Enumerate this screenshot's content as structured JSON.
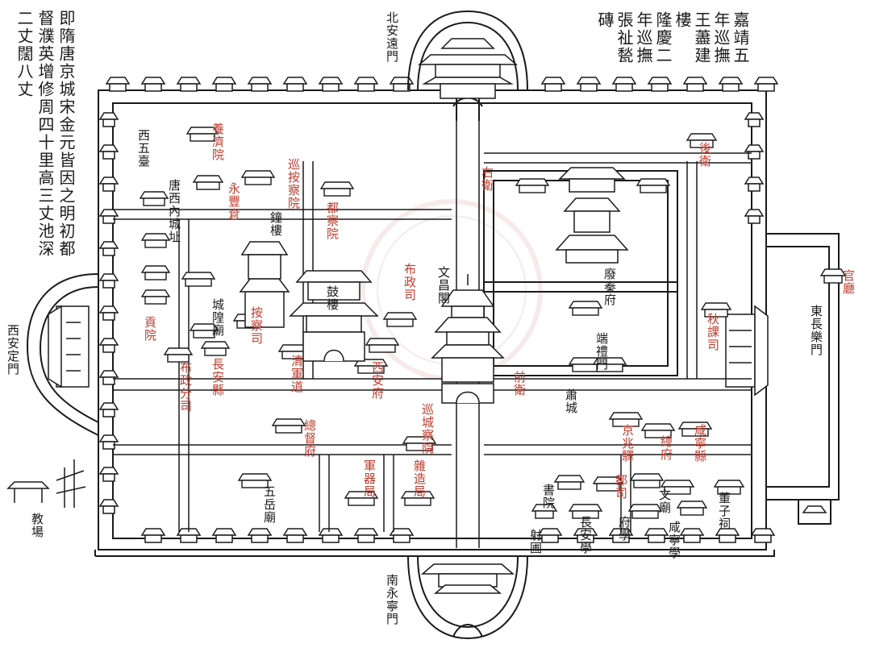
{
  "colors": {
    "ink": "#1a1a1a",
    "red_label": "#c0392b",
    "paper": "#ffffff",
    "watermark": "#e8c4c4"
  },
  "captions": {
    "top_right": [
      "嘉靖五",
      "年巡撫",
      "王藎建",
      "樓",
      "隆慶二",
      "年巡撫",
      "張祉甃",
      "磚"
    ],
    "top_left": [
      "即隋唐京城宋金元皆因之明初都",
      "督濮英增修周四十里高三丈池深",
      "二丈闊八丈"
    ]
  },
  "gates": {
    "north": "北安遠門",
    "south": "南永寧門",
    "west": "西安定門",
    "east": "東長樂門"
  },
  "labels_black": {
    "xiwutai": "西五臺",
    "tang_palace": "唐西內城址",
    "bell_tower": "鐘樓",
    "drum_tower": "鼓樓",
    "chenghuang": "城隍廟",
    "wenchang": "文昌閣",
    "qinwangfu": "廢秦府",
    "duanli": "端禮門",
    "xiaocheng": "蕭城",
    "wuyuehan": "五岳廟",
    "shuyuan": "書院",
    "sheting": "射圃",
    "wenmiao": "文廟",
    "changan_xue": "長安學",
    "fuxue": "府學",
    "xianning_xue": "咸寧學",
    "dongzi": "董子祠",
    "jiaochang": "教場"
  },
  "labels_red": {
    "yangji": "養濟院",
    "xunan": "巡按察院",
    "yongfeng": "永豐倉",
    "duchayuan": "都察院",
    "gongyuan": "貢院",
    "anchasi": "按察司",
    "buzhengfensi": "布政分司",
    "changan_xian": "長安縣",
    "qingjun": "清軍道",
    "zongdu": "總督府",
    "buzhengsi": "布政司",
    "xianfu": "西安府",
    "xuncheng": "巡城察院",
    "junqiju": "軍器局",
    "zazaoju": "雜造局",
    "youwei": "右衛",
    "zuowei": "前衛",
    "houwei": "後衛",
    "guanting": "官廳",
    "mimasi": "秋課司",
    "xianning_xian": "咸寧縣",
    "zongfu": "總府",
    "jingzhaoyi": "京兆驛",
    "dusi": "都司"
  }
}
